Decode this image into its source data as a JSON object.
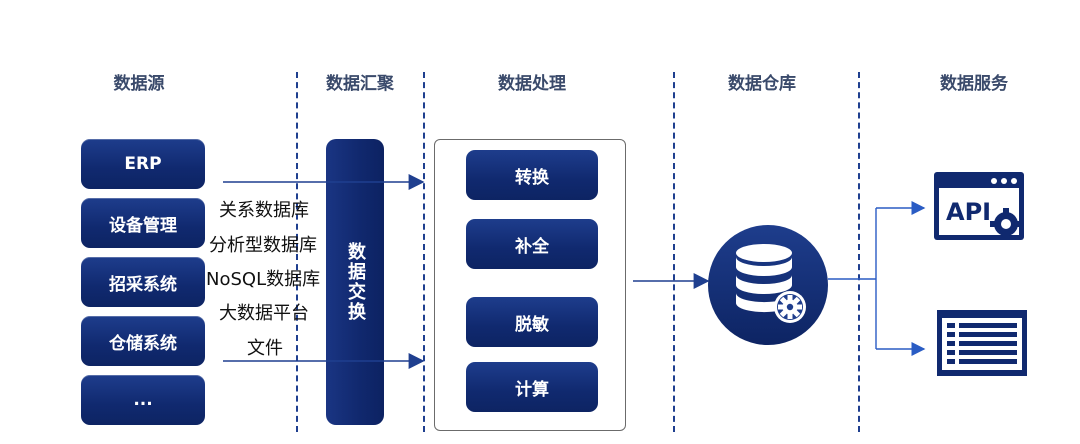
{
  "columns": {
    "source": "数据源",
    "gather": "数据汇聚",
    "process": "数据处理",
    "warehouse": "数据仓库",
    "service": "数据服务"
  },
  "sources": [
    "ERP",
    "设备管理",
    "招采系统",
    "仓储系统",
    "..."
  ],
  "db_types": [
    "关系数据库",
    "分析型数据库",
    "NoSQL数据库",
    "大数据平台",
    "文件"
  ],
  "exchange_label": "数据交换",
  "processing": [
    "转换",
    "补全",
    "脱敏",
    "计算"
  ],
  "services": {
    "api_label": "API"
  },
  "colors": {
    "primary": "#10296f",
    "line": "#1f3f8f",
    "service": "#2a5cc4"
  },
  "icons": [
    "database-gear-icon",
    "api-window-icon",
    "document-list-icon"
  ]
}
